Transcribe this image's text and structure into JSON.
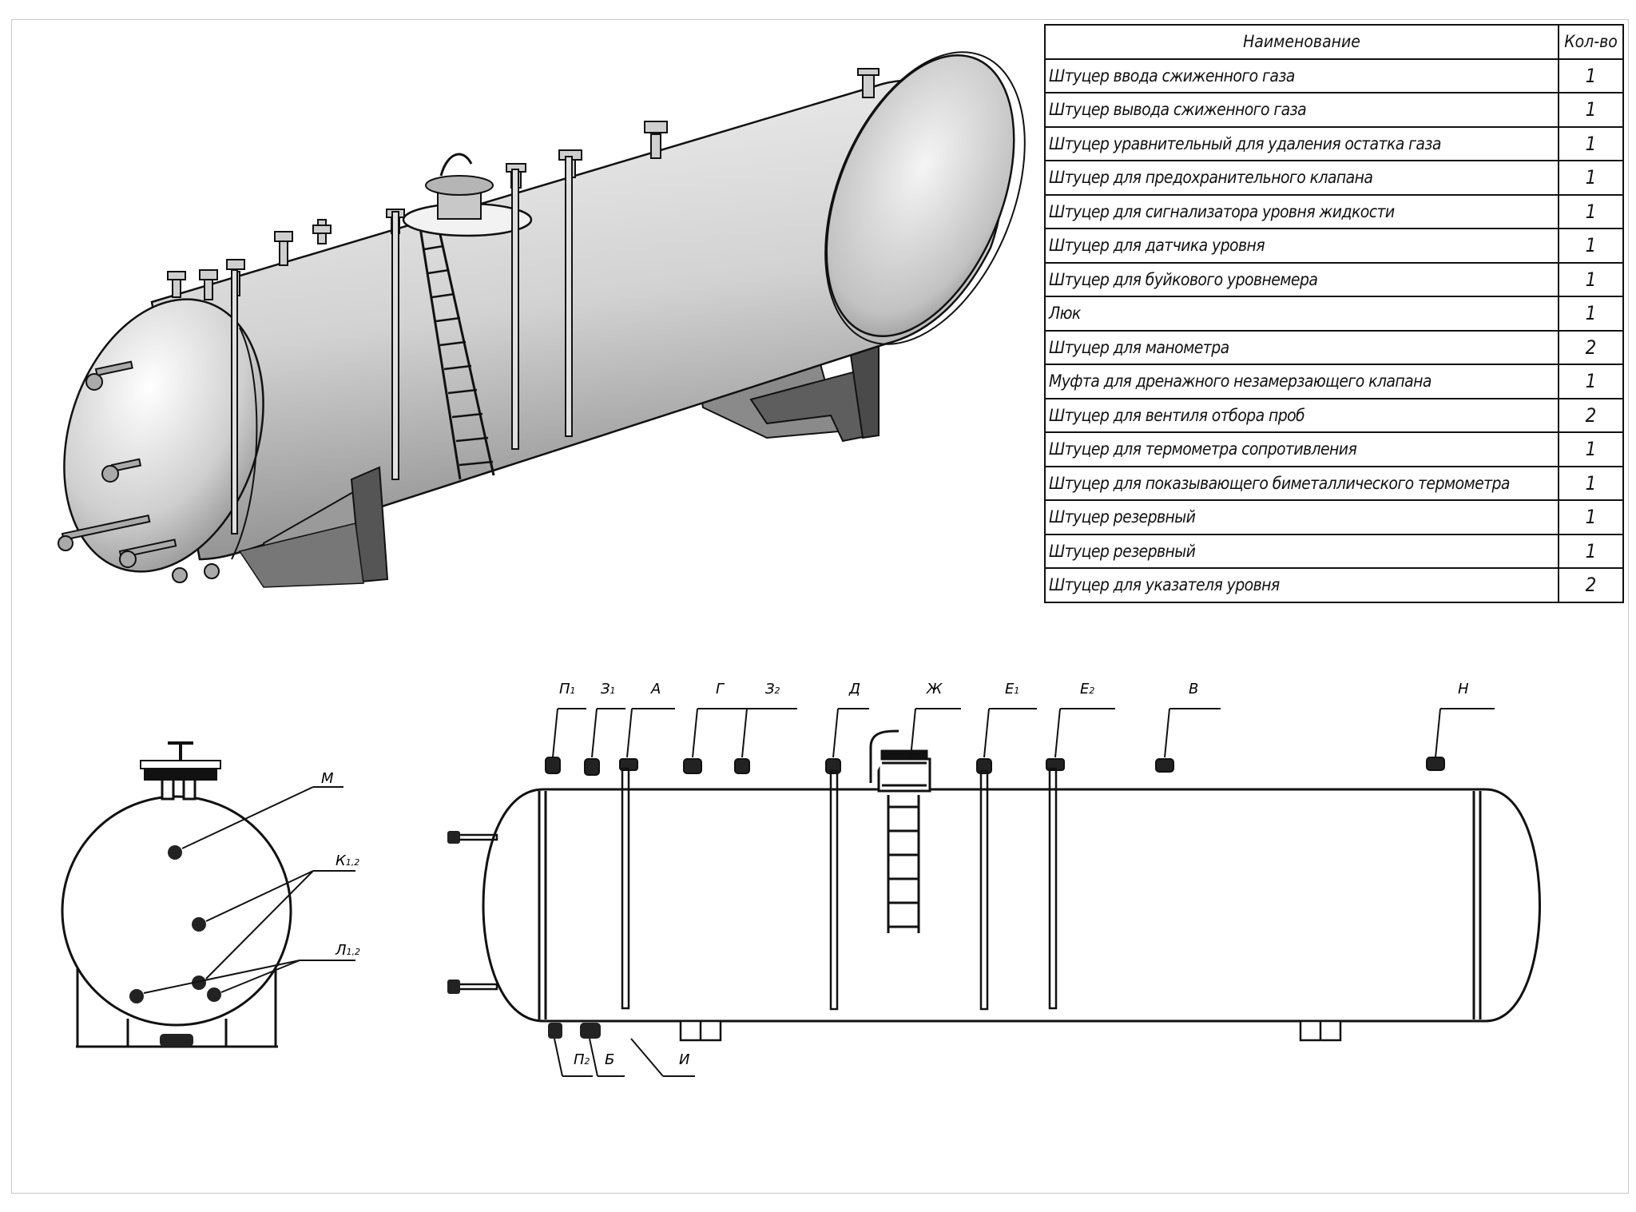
{
  "spec_table": {
    "headers": [
      "Наименование",
      "Кол-во"
    ],
    "rows": [
      {
        "name": "Штуцер ввода сжиженного газа",
        "qty": "1"
      },
      {
        "name": "Штуцер вывода сжиженного газа",
        "qty": "1"
      },
      {
        "name": "Штуцер уравнительный для удаления остатка газа",
        "qty": "1"
      },
      {
        "name": "Штуцер для предохранительного клапана",
        "qty": "1"
      },
      {
        "name": "Штуцер для сигнализатора уровня жидкости",
        "qty": "1"
      },
      {
        "name": "Штуцер для датчика уровня",
        "qty": "1"
      },
      {
        "name": "Штуцер для буйкового уровнемера",
        "qty": "1"
      },
      {
        "name": "Люк",
        "qty": "1"
      },
      {
        "name": "Штуцер для манометра",
        "qty": "2"
      },
      {
        "name": "Муфта для дренажного незамерзающего клапана",
        "qty": "1"
      },
      {
        "name": "Штуцер для вентиля отбора проб",
        "qty": "2"
      },
      {
        "name": "Штуцер для термометра сопротивления",
        "qty": "1"
      },
      {
        "name": "Штуцер для показывающего биметаллического термометра",
        "qty": "1"
      },
      {
        "name": "Штуцер резервный",
        "qty": "1"
      },
      {
        "name": "Штуцер резервный",
        "qty": "1"
      },
      {
        "name": "Штуцер для указателя уровня",
        "qty": "2"
      }
    ]
  },
  "side_view_labels": {
    "top": [
      {
        "main": "П",
        "sub": "1"
      },
      {
        "main": "З",
        "sub": "1"
      },
      {
        "main": "А",
        "sub": ""
      },
      {
        "main": "Г",
        "sub": ""
      },
      {
        "main": "З",
        "sub": "2"
      },
      {
        "main": "Д",
        "sub": ""
      },
      {
        "main": "Ж",
        "sub": ""
      },
      {
        "main": "Е",
        "sub": "1"
      },
      {
        "main": "Е",
        "sub": "2"
      },
      {
        "main": "В",
        "sub": ""
      },
      {
        "main": "Н",
        "sub": ""
      }
    ],
    "bottom": [
      {
        "main": "П",
        "sub": "2"
      },
      {
        "main": "Б",
        "sub": ""
      },
      {
        "main": "И",
        "sub": ""
      }
    ]
  },
  "end_view_labels": {
    "m": {
      "main": "М",
      "sub": ""
    },
    "k": {
      "main": "К",
      "sub": "1,2"
    },
    "l": {
      "main": "Л",
      "sub": "1,2"
    }
  },
  "colors": {
    "line": "#111111",
    "shell": "#d9d9d9",
    "shell_dark": "#8a8a8a",
    "support": "#6f6f6f"
  }
}
